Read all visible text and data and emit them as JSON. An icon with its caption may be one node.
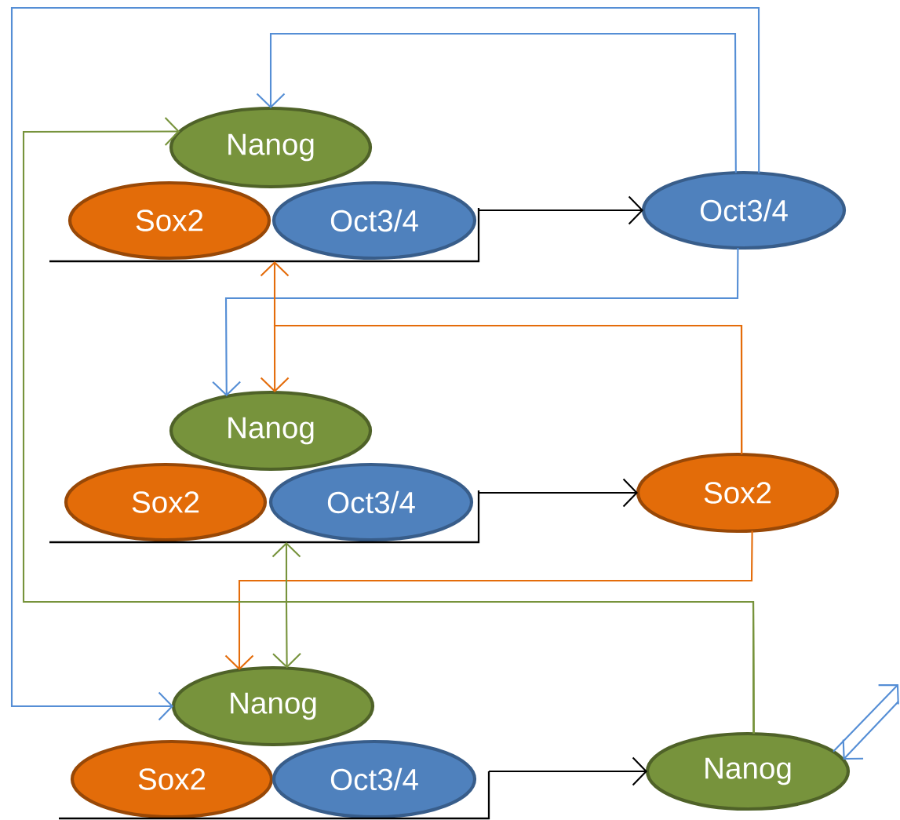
{
  "diagram": {
    "nodes": [
      {
        "text": [
          "Nanog"
        ]
      },
      {
        "text": [
          "Sox2"
        ]
      },
      {
        "text": [
          "Oct3/4"
        ]
      },
      {
        "text": [],
        "shape": "bar"
      },
      {
        "text": [
          "Oct3/4"
        ]
      },
      {
        "text": [
          "Nanog"
        ]
      },
      {
        "text": [
          "Sox2"
        ]
      },
      {
        "text": [
          "Oct3/4"
        ]
      },
      {
        "text": [],
        "shape": "bar"
      },
      {
        "text": [
          "Sox2"
        ]
      },
      {
        "text": [
          "Nanog"
        ]
      },
      {
        "text": [
          "Sox2"
        ]
      },
      {
        "text": [
          "Oct3/4"
        ]
      },
      {
        "text": [],
        "shape": "bar"
      },
      {
        "text": [
          "Nanog"
        ]
      }
    ],
    "edges": [
      {
        "from": 3,
        "to": 4,
        "arrow": "to",
        "color": "#000000"
      },
      {
        "from": 8,
        "to": 9,
        "arrow": "to",
        "color": "#000000"
      },
      {
        "from": 13,
        "to": 14,
        "arrow": "to",
        "color": "#000000"
      },
      {
        "from": 4,
        "to": 0,
        "arrow": "to",
        "color": "#558ed5"
      },
      {
        "from": 4,
        "to": 10,
        "arrow": "to",
        "color": "#558ed5"
      },
      {
        "from": 4,
        "to": 5,
        "arrow": "to",
        "color": "#558ed5"
      },
      {
        "from": 9,
        "to": 3,
        "arrow": "to",
        "color": "#e46c0a"
      },
      {
        "from": 9,
        "to": 5,
        "arrow": "to",
        "color": "#e46c0a"
      },
      {
        "from": 9,
        "to": 10,
        "arrow": "to",
        "color": "#e46c0a"
      },
      {
        "from": 14,
        "to": 0,
        "arrow": "to",
        "color": "#77933c"
      },
      {
        "from": 14,
        "to": 8,
        "arrow": "to",
        "color": "#77933c"
      },
      {
        "from": 14,
        "to": 10,
        "arrow": "to",
        "color": "#77933c"
      },
      {
        "from": 14,
        "to": null,
        "arrow": "to",
        "color": "#558ed5"
      },
      {
        "from": null,
        "to": 14,
        "arrow": "to",
        "color": "#558ed5"
      }
    ]
  }
}
